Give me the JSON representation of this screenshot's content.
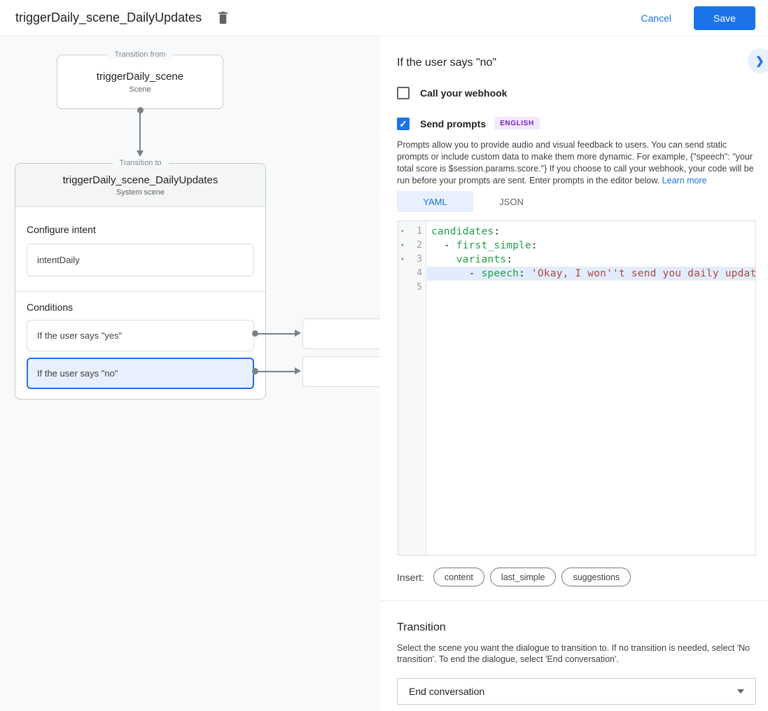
{
  "header": {
    "title": "triggerDaily_scene_DailyUpdates",
    "cancel_label": "Cancel",
    "save_label": "Save"
  },
  "canvas": {
    "from_box": {
      "legend": "Transition from",
      "title": "triggerDaily_scene",
      "subtitle": "Scene"
    },
    "to_box": {
      "legend": "Transition to",
      "title": "triggerDaily_scene_DailyUpdates",
      "subtitle": "System scene",
      "intent_label": "Configure intent",
      "intent_value": "intentDaily",
      "conditions_label": "Conditions",
      "conditions": [
        {
          "label": "If the user says \"yes\"",
          "selected": false
        },
        {
          "label": "If the user says \"no\"",
          "selected": true
        }
      ]
    }
  },
  "panel": {
    "title": "If the user says \"no\"",
    "webhook": {
      "label": "Call your webhook",
      "checked": false
    },
    "prompts": {
      "label": "Send prompts",
      "checked": true,
      "badge": "ENGLISH"
    },
    "description": "Prompts allow you to provide audio and visual feedback to users. You can send static prompts or include custom data to make them more dynamic. For example, {\"speech\": \"your total score is $session.params.score.\"} If you choose to call your webhook, your code will be run before your prompts are sent. Enter prompts in the editor below. ",
    "learn_more": "Learn more",
    "tabs": [
      {
        "label": "YAML",
        "active": true
      },
      {
        "label": "JSON",
        "active": false
      }
    ],
    "editor": {
      "lines": [
        {
          "num": "1",
          "fold": true,
          "parts": [
            {
              "text": "candidates",
              "type": "key"
            },
            {
              "text": ":",
              "type": "plain"
            }
          ]
        },
        {
          "num": "2",
          "fold": true,
          "parts": [
            {
              "text": "  - ",
              "type": "plain"
            },
            {
              "text": "first_simple",
              "type": "key"
            },
            {
              "text": ":",
              "type": "plain"
            }
          ]
        },
        {
          "num": "3",
          "fold": true,
          "parts": [
            {
              "text": "    ",
              "type": "plain"
            },
            {
              "text": "variants",
              "type": "key"
            },
            {
              "text": ":",
              "type": "plain"
            }
          ]
        },
        {
          "num": "4",
          "fold": false,
          "highlighted": true,
          "parts": [
            {
              "text": "      - ",
              "type": "plain"
            },
            {
              "text": "speech",
              "type": "key"
            },
            {
              "text": ": ",
              "type": "plain"
            },
            {
              "text": "'Okay, I won''t send you daily update",
              "type": "string"
            }
          ]
        },
        {
          "num": "5",
          "fold": false,
          "parts": []
        }
      ]
    },
    "insert": {
      "label": "Insert:",
      "chips": [
        "content",
        "last_simple",
        "suggestions"
      ]
    },
    "transition": {
      "title": "Transition",
      "description": "Select the scene you want the dialogue to transition to. If no transition is needed, select 'No transition'. To end the dialogue, select 'End conversation'.",
      "value": "End conversation"
    }
  },
  "colors": {
    "accent": "#1a73e8",
    "selected_condition_bg": "#e8f0fe",
    "code_key": "#23a046",
    "code_string": "#b5453c",
    "code_line_highlight": "#e1edfc",
    "badge_bg": "#f3e8fd",
    "badge_text": "#7627bb"
  }
}
